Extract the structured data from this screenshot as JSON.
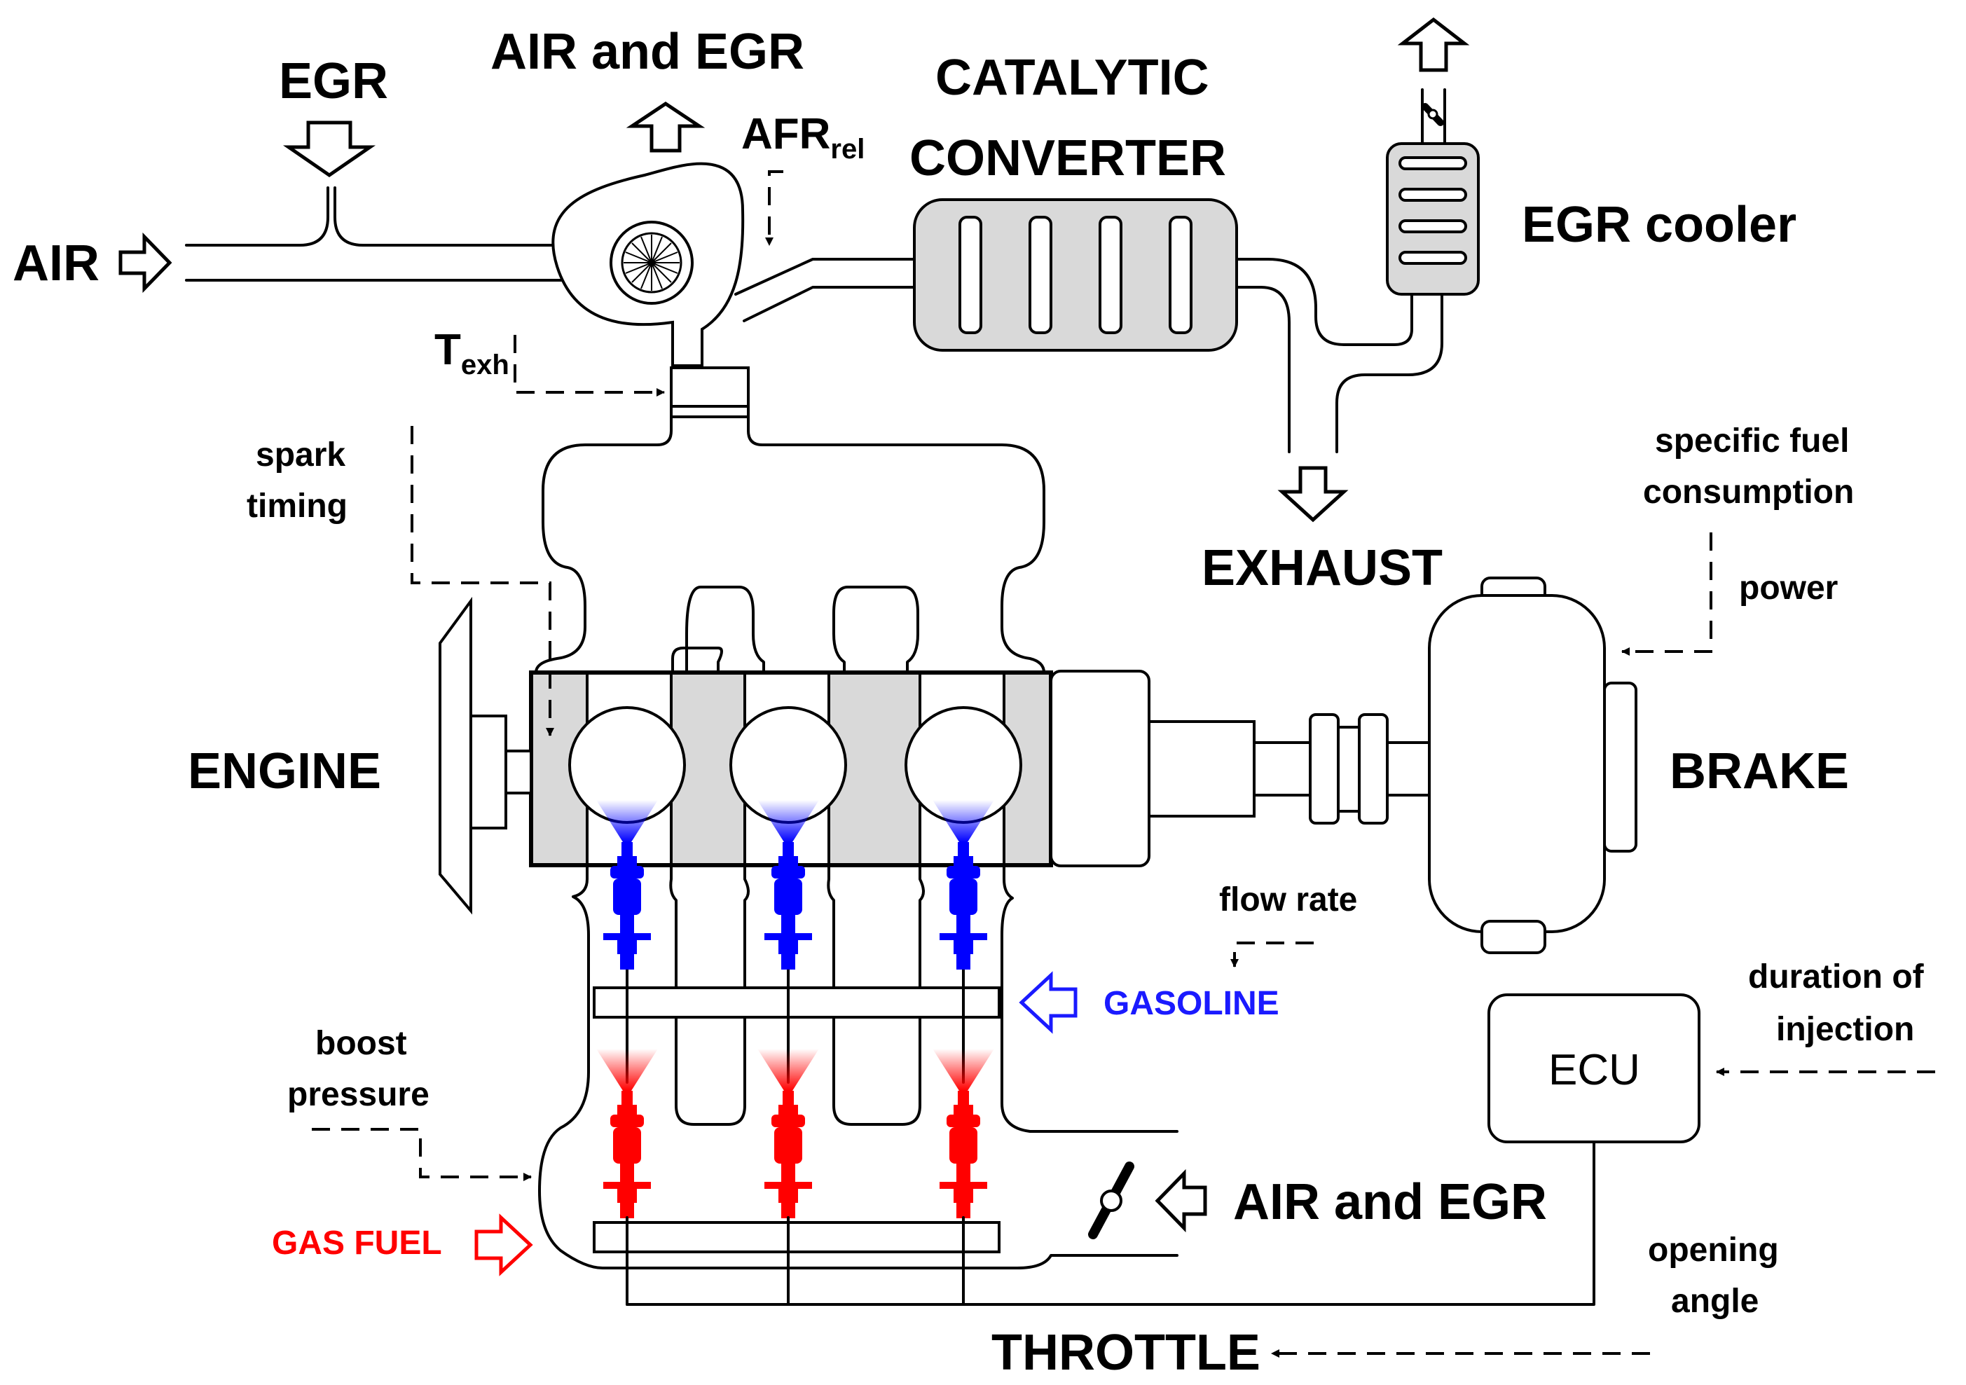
{
  "labels": {
    "egr_in": "EGR",
    "air_and_egr_top": "AIR and EGR",
    "afr_main": "AFR",
    "afr_sub": "rel",
    "catalytic_1": "CATALYTIC",
    "catalytic_2": "CONVERTER",
    "egr_cooler": "EGR cooler",
    "air_in": "AIR",
    "t_exh_main": "T",
    "t_exh_sub": "exh",
    "spark_1": "spark",
    "spark_2": "timing",
    "exhaust": "EXHAUST",
    "sfc_1": "specific fuel",
    "sfc_2": "consumption",
    "power": "power",
    "engine": "ENGINE",
    "brake": "BRAKE",
    "flow_rate": "flow rate",
    "gasoline": "GASOLINE",
    "duration_1": "duration of",
    "duration_2": "injection",
    "ecu": "ECU",
    "boost_1": "boost",
    "boost_2": "pressure",
    "air_and_egr_bottom": "AIR and EGR",
    "gas_fuel": "GAS FUEL",
    "opening_1": "opening",
    "opening_2": "angle",
    "throttle": "THROTTLE"
  },
  "colors": {
    "gasoline": "#1a1aff",
    "gas_fuel": "#ff0000",
    "block_fill": "#d9d9d9"
  }
}
